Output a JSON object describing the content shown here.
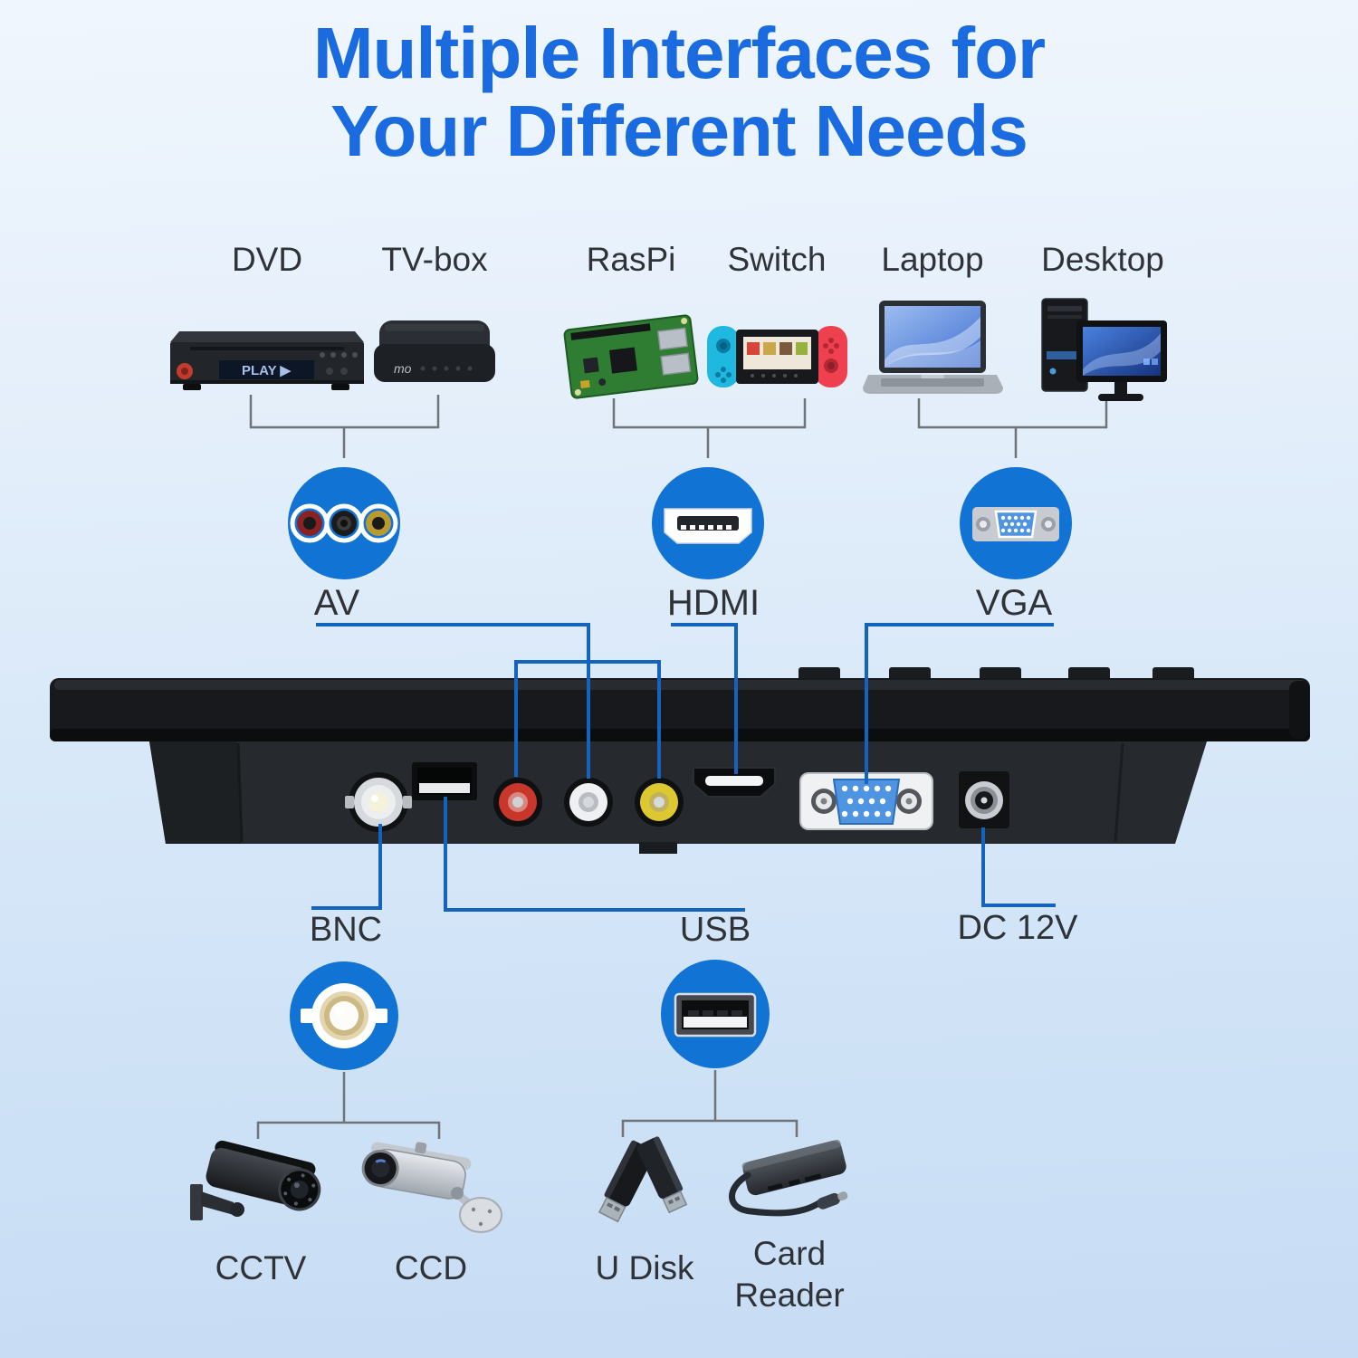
{
  "title": {
    "line1": "Multiple Interfaces for",
    "line2": "Your Different Needs"
  },
  "top_devices": [
    {
      "label": "DVD",
      "icon": "dvd-player-icon"
    },
    {
      "label": "TV-box",
      "icon": "tv-box-icon"
    },
    {
      "label": "RasPi",
      "icon": "raspberry-pi-icon"
    },
    {
      "label": "Switch",
      "icon": "game-console-icon"
    },
    {
      "label": "Laptop",
      "icon": "laptop-icon"
    },
    {
      "label": "Desktop",
      "icon": "desktop-pc-icon"
    }
  ],
  "input_ports": [
    {
      "label": "AV",
      "icon": "rca-av-connector-icon"
    },
    {
      "label": "HDMI",
      "icon": "hdmi-connector-icon"
    },
    {
      "label": "VGA",
      "icon": "vga-connector-icon"
    }
  ],
  "panel_ports": [
    {
      "label": "BNC"
    },
    {
      "label": "USB"
    },
    {
      "label": "DC 12V"
    }
  ],
  "output_ports": [
    {
      "label": "BNC",
      "icon": "bnc-connector-icon"
    },
    {
      "label": "USB",
      "icon": "usb-port-icon"
    }
  ],
  "bottom_devices": [
    {
      "label": "CCTV",
      "icon": "cctv-camera-icon"
    },
    {
      "label": "CCD",
      "icon": "ccd-camera-icon"
    },
    {
      "label": "U Disk",
      "icon": "usb-flash-drive-icon"
    },
    {
      "label": "Card Reader",
      "icon": "card-reader-icon"
    }
  ],
  "colors": {
    "title_blue": "#1a6be0",
    "circle_blue": "#1173d3",
    "leader_line_blue": "#1464bd",
    "bracket_gray": "#6f747b",
    "text_dark": "#2f3338",
    "rca_red": "#c23b2e",
    "rca_yellow": "#d8c23a"
  }
}
